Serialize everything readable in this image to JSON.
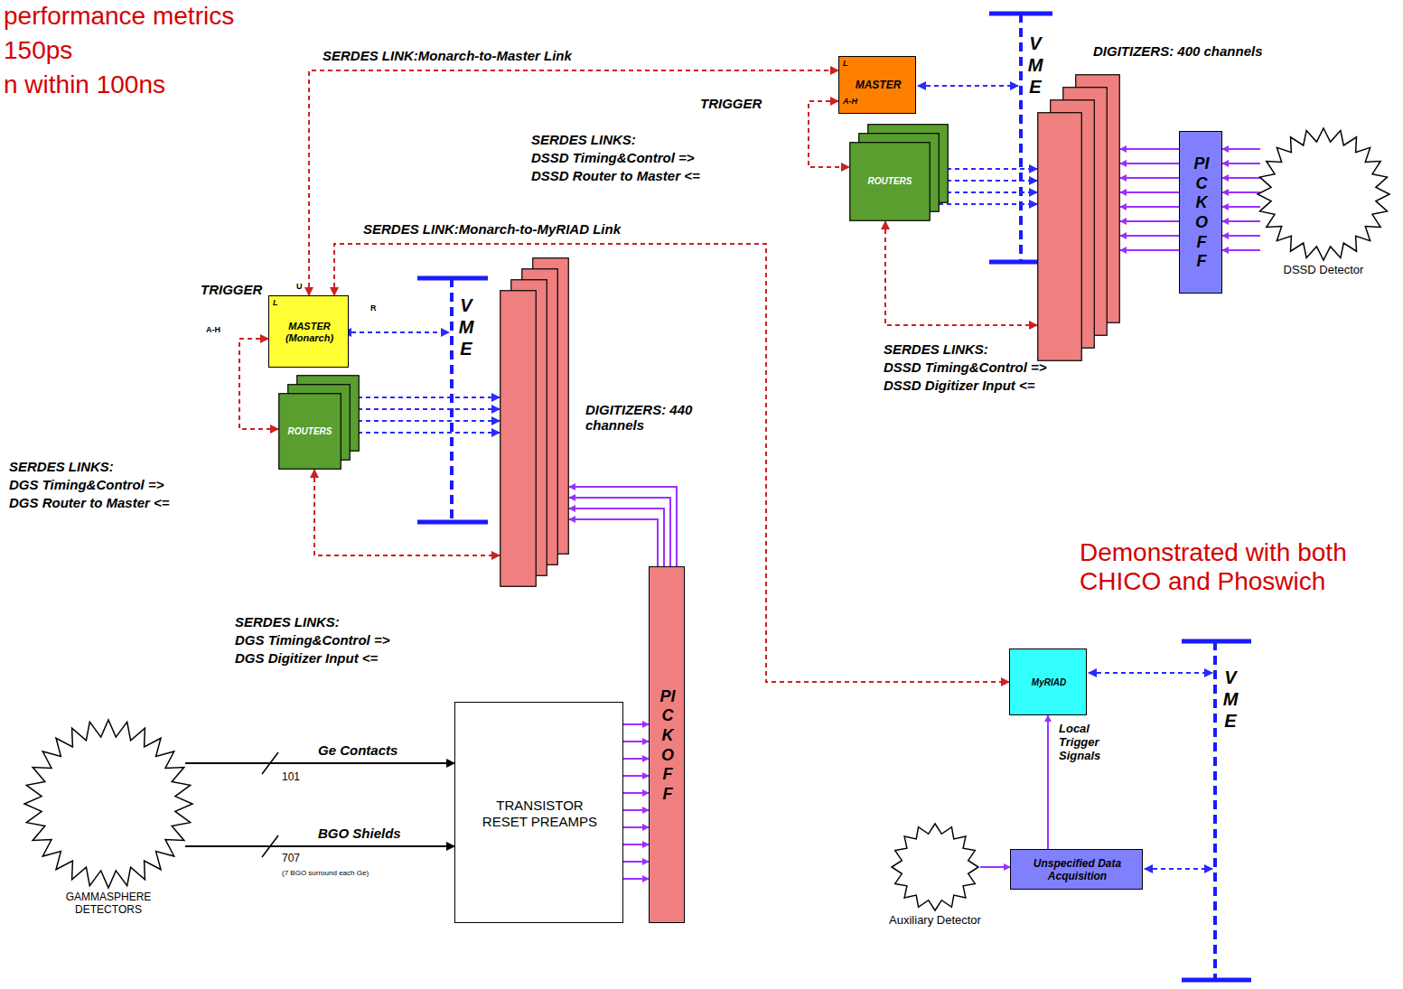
{
  "diagram": {
    "nodes": [
      {
        "text": [
          "L",
          "MASTER",
          "A-H"
        ]
      },
      {
        "text": [
          "ROUTERS"
        ]
      },
      {
        "text": [
          "DIGITIZERS: 400 channels"
        ]
      },
      {
        "text": [
          "PICKOFF"
        ]
      },
      {
        "text": [
          "DSSD Detector"
        ]
      },
      {
        "text": [
          "L",
          "MASTER (Monarch)"
        ]
      },
      {
        "text": [
          "ROUTERS"
        ]
      },
      {
        "text": [
          "DIGITIZERS: 440 channels"
        ]
      },
      {
        "text": [
          "TRANSISTOR RESET PREAMPS"
        ]
      },
      {
        "text": [
          "PICKOFF"
        ]
      },
      {
        "text": [
          "GAMMASPHERE DETECTORS"
        ]
      },
      {
        "text": [
          "MyRIAD"
        ]
      },
      {
        "text": [
          "Unspecified Data Acquisition"
        ]
      },
      {
        "text": [
          "Auxiliary Detector"
        ]
      }
    ],
    "edges": [
      {
        "from": 5,
        "to": 0,
        "arrow": "both",
        "label": "SERDES LINK:Monarch-to-Master Link"
      },
      {
        "from": 5,
        "to": 11,
        "arrow": "both",
        "label": "SERDES LINK:Monarch-to-MyRIAD Link"
      },
      {
        "from": 0,
        "to": 1,
        "arrow": "both"
      },
      {
        "from": 1,
        "to": 2,
        "arrow": "both"
      },
      {
        "from": 1,
        "to": 2,
        "arrow": "both"
      },
      {
        "from": 3,
        "to": 2,
        "arrow": "to"
      },
      {
        "from": 4,
        "to": 3,
        "arrow": "to"
      },
      {
        "from": 5,
        "to": 6,
        "arrow": "both"
      },
      {
        "from": 6,
        "to": 7,
        "arrow": "both"
      },
      {
        "from": 6,
        "to": 7,
        "arrow": "both"
      },
      {
        "from": 9,
        "to": 7,
        "arrow": "to"
      },
      {
        "from": 8,
        "to": 9,
        "arrow": "to"
      },
      {
        "from": 10,
        "to": 8,
        "arrow": "to",
        "label": "Ge Contacts"
      },
      {
        "from": 10,
        "to": 8,
        "arrow": "to",
        "label": "BGO Shields"
      },
      {
        "from": 13,
        "to": 12,
        "arrow": "to"
      },
      {
        "from": 12,
        "to": 11,
        "arrow": "to",
        "label": "Local Trigger Signals"
      }
    ],
    "labels": [
      "performance metrics",
      "150ps",
      "n within 100ns",
      "TRIGGER",
      "SERDES LINKS:",
      "DSSD Timing&Control =>",
      "DSSD Router to Master <=",
      "VME",
      "SERDES LINKS:",
      "DSSD Timing&Control =>",
      "DSSD Digitizer Input <=",
      "TRIGGER",
      "U",
      "R",
      "A-H",
      "VME",
      "SERDES LINKS:",
      "DGS Timing&Control =>",
      "DGS Router to Master <=",
      "SERDES LINKS:",
      "DGS Timing&Control =>",
      "DGS Digitizer Input <=",
      "101",
      "707",
      "(7 BGO surround each Ge)",
      "Demonstrated with both CHICO and Phoswich",
      "VME"
    ]
  }
}
